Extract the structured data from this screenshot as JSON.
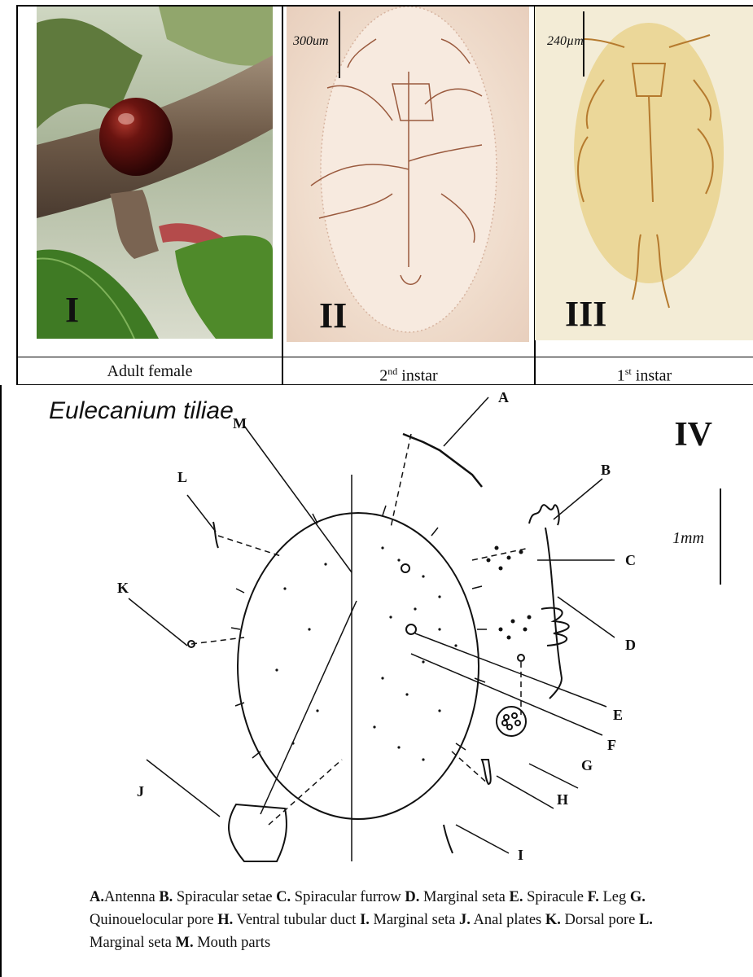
{
  "panels": [
    {
      "roman": "I",
      "caption": "Adult female"
    },
    {
      "roman": "II",
      "caption_prefix": "2",
      "caption_sup": "nd",
      "caption_suffix": " instar",
      "scale": "300um"
    },
    {
      "roman": "III",
      "caption_prefix": "1",
      "caption_sup": "st",
      "caption_suffix": " instar",
      "scale": "240µm"
    }
  ],
  "diagram": {
    "species": "Eulecanium tiliae",
    "plate": "IV",
    "scale": "1mm",
    "labels": [
      "A",
      "B",
      "C",
      "D",
      "E",
      "F",
      "G",
      "H",
      "I",
      "J",
      "K",
      "L",
      "M"
    ]
  },
  "legend": [
    {
      "key": "A.",
      "text": "Antenna "
    },
    {
      "key": "B.",
      "text": " Spiracular setae "
    },
    {
      "key": "C.",
      "text": " Spiracular furrow "
    },
    {
      "key": "D.",
      "text": " Marginal seta "
    },
    {
      "key": "E.",
      "text": " Spiracule "
    },
    {
      "key": "F.",
      "text": " Leg "
    },
    {
      "key": "G.",
      "text": " Quinouelocular pore "
    },
    {
      "key": "H.",
      "text": " Ventral tubular duct "
    },
    {
      "key": "I.",
      "text": " Marginal seta "
    },
    {
      "key": "J.",
      "text": " Anal plates "
    },
    {
      "key": "K.",
      "text": "  Dorsal pore "
    },
    {
      "key": "L.",
      "text": " Marginal seta "
    },
    {
      "key": "M.",
      "text": " Mouth parts"
    }
  ],
  "colors": {
    "branch_bg": "#6b7a4f",
    "scale_insect": "#4a0d0d",
    "slide_bg": "#f3e3d6",
    "slide1_bg": "#efe4b8"
  }
}
